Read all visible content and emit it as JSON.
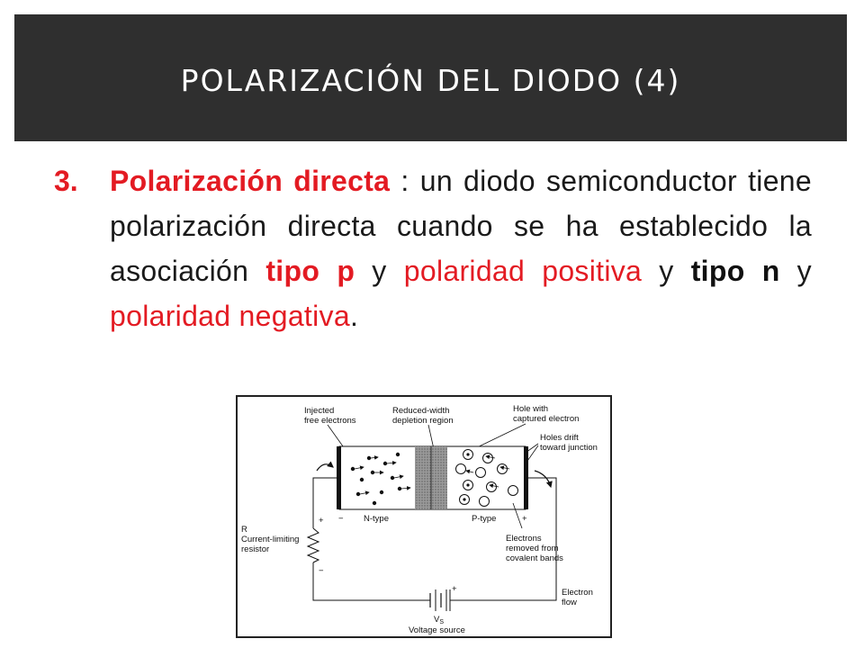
{
  "slide": {
    "title": "POLARIZACIÓN DEL DIODO (4)",
    "list_number": "3.",
    "paragraph": {
      "term": "Polarización directa",
      "part1": " : un diodo semiconductor tiene polarización directa cuando se ha establecido la asociación ",
      "tipo_p": "tipo p",
      "part2": " y ",
      "pol_positiva": "polaridad positiva",
      "part3": " y ",
      "tipo_n": "tipo n",
      "part4": " y ",
      "pol_negativa": "polaridad negativa",
      "part5": "."
    }
  },
  "diagram": {
    "labels": {
      "injected_1": "Injected",
      "injected_2": "free electrons",
      "reduced_1": "Reduced-width",
      "reduced_2": "depletion region",
      "hole_1": "Hole with",
      "hole_2": "captured electron",
      "drift_1": "Holes drift",
      "drift_2": "toward junction",
      "minus_left": "−",
      "n_type": "N-type",
      "p_type": "P-type",
      "plus_right": "+",
      "r": "R",
      "current_1": "Current-limiting",
      "current_2": "resistor",
      "res_plus": "+",
      "res_minus": "−",
      "removed_1": "Electrons",
      "removed_2": "removed from",
      "removed_3": "covalent bands",
      "batt_plus": "+",
      "vs": "V",
      "vs_sub": "S",
      "voltage_source": "Voltage source",
      "flow_1": "Electron",
      "flow_2": "flow"
    }
  },
  "colors": {
    "title_bg": "#2f2f2f",
    "accent_red": "#e31b23",
    "text_dark": "#1a1a1a"
  }
}
